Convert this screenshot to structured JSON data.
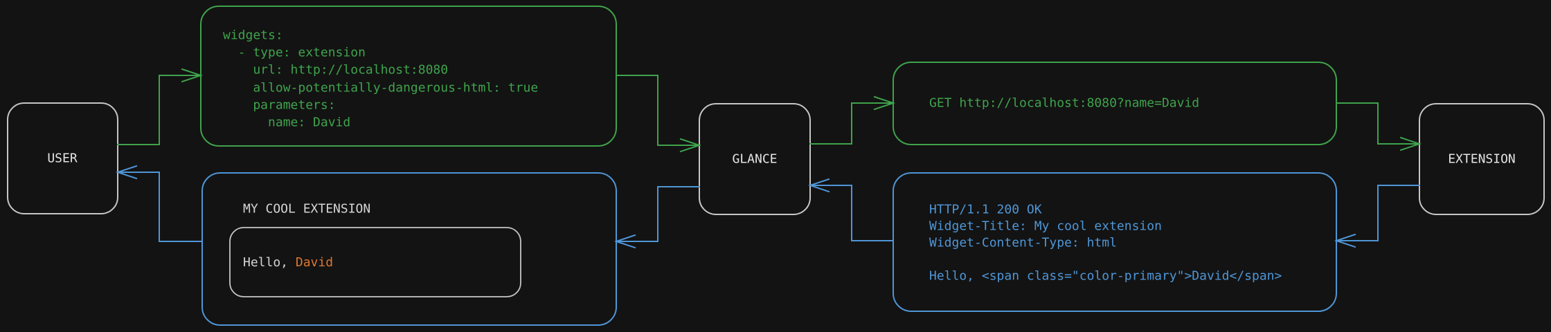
{
  "colors": {
    "background": "#131313",
    "green": "#3fa34c",
    "blue": "#4f96d7",
    "gray_border": "#c6c6c6",
    "label_text": "#e4e4e4",
    "widget_text": "#d6d6d6",
    "orange": "#de7730"
  },
  "nodes": {
    "user": {
      "label": "USER"
    },
    "glance": {
      "label": "GLANCE"
    },
    "extension": {
      "label": "EXTENSION"
    }
  },
  "config_box": {
    "lines": [
      "widgets:",
      "  - type: extension",
      "    url: http://localhost:8080",
      "    allow-potentially-dangerous-html: true",
      "    parameters:",
      "      name: David"
    ]
  },
  "request_box": {
    "line": "GET http://localhost:8080?name=David"
  },
  "response_box": {
    "lines": [
      "HTTP/1.1 200 OK",
      "Widget-Title: My cool extension",
      "Widget-Content-Type: html",
      "Hello, <span class=\"color-primary\">David</span>"
    ]
  },
  "widget_box": {
    "title": "MY COOL EXTENSION",
    "greeting_prefix": "Hello, ",
    "greeting_name": "David"
  }
}
